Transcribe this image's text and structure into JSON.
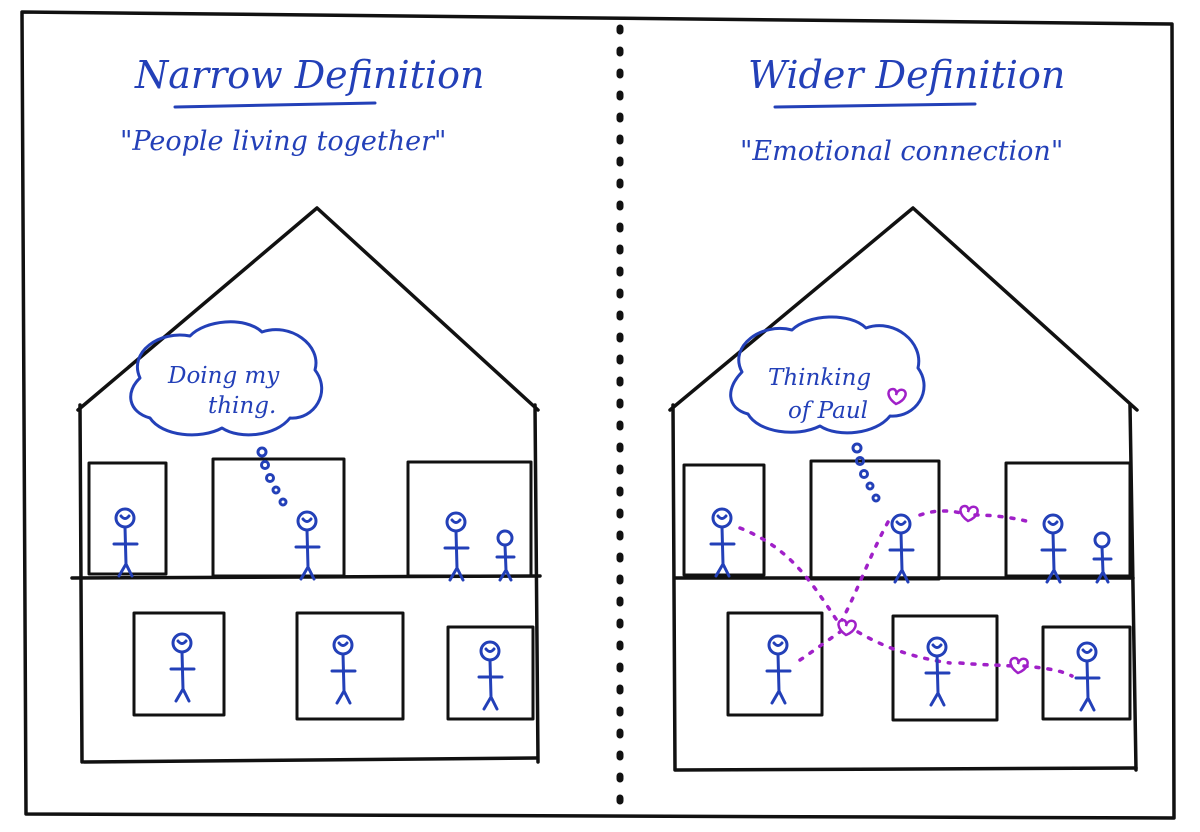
{
  "colors": {
    "ink": "#111111",
    "text_blue": "#2340b8",
    "connection_purple": "#a020c8"
  },
  "left": {
    "title": "Narrow Definition",
    "subtitle": "\"People living together\"",
    "bubble_line1": "Doing my",
    "bubble_line2": "thing."
  },
  "right": {
    "title": "Wider Definition",
    "subtitle": "\"Emotional connection\"",
    "bubble_line1": "Thinking",
    "bubble_line2": "of Paul"
  },
  "icons": [
    "stick-figure-icon",
    "thought-bubble-icon",
    "heart-icon",
    "house-outline-icon"
  ]
}
